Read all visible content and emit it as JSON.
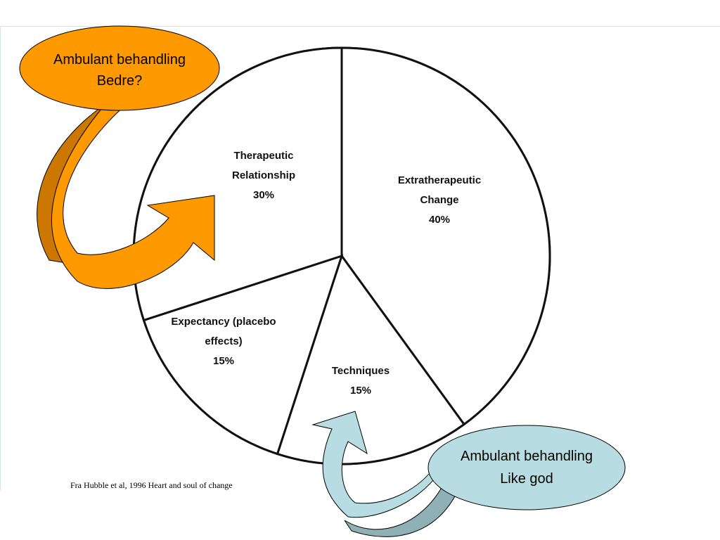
{
  "chart_data": {
    "type": "pie",
    "slices": [
      {
        "label": [
          "Extratherapeutic",
          "Change"
        ],
        "value": 40,
        "value_label": "40%"
      },
      {
        "label": [
          "Techniques"
        ],
        "value": 15,
        "value_label": "15%"
      },
      {
        "label": [
          "Expectancy (placebo",
          "effects)"
        ],
        "value": 15,
        "value_label": "15%"
      },
      {
        "label": [
          "Therapeutic",
          "Relationship"
        ],
        "value": 30,
        "value_label": "30%"
      }
    ]
  },
  "callouts": {
    "top": {
      "line1": "Ambulant behandling",
      "line2": "Bedre?",
      "fill": "#FF9900",
      "arrow_dark": "#CC7700"
    },
    "bottom": {
      "line1": "Ambulant behandling",
      "line2": "Like god",
      "fill": "#B7DDE2",
      "arrow_dark": "#8FB0B4"
    }
  },
  "source": "Fra Hubble et al, 1996 Heart and soul of change"
}
